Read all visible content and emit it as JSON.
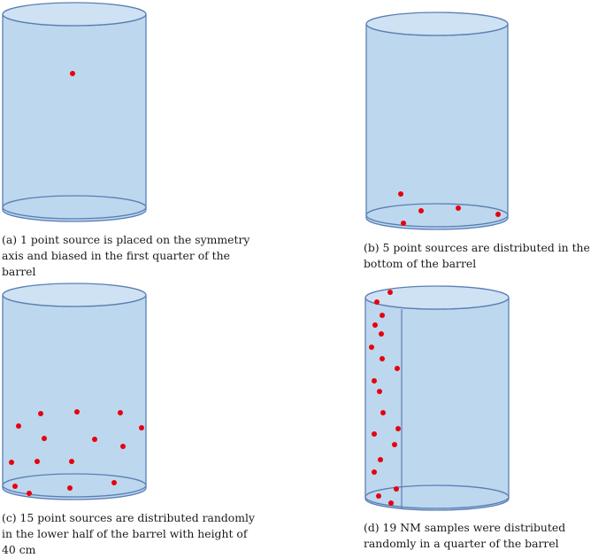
{
  "colors": {
    "barrel_fill": "#bdd7ee",
    "barrel_top": "#cfe2f3",
    "barrel_stroke": "#5b7fb5",
    "source_dot": "#e8000b"
  },
  "captions": {
    "a": "(a) 1 point source is placed on the symmetry axis and biased in the first quarter of the barrel",
    "b": "(b) 5 point sources are distributed in the bottom of the barrel",
    "c": "(c) 15 point sources are distributed randomly in the lower half of the barrel with height of 40 cm",
    "d": "(d) 19 NM samples were distributed randomly in a quarter of the barrel"
  },
  "panels": {
    "a": {
      "source_count": 1,
      "placement": "symmetry axis, first quarter"
    },
    "b": {
      "source_count": 5,
      "placement": "bottom"
    },
    "c": {
      "source_count": 15,
      "placement": "lower half"
    },
    "d": {
      "source_count": 19,
      "placement": "one quarter"
    }
  }
}
